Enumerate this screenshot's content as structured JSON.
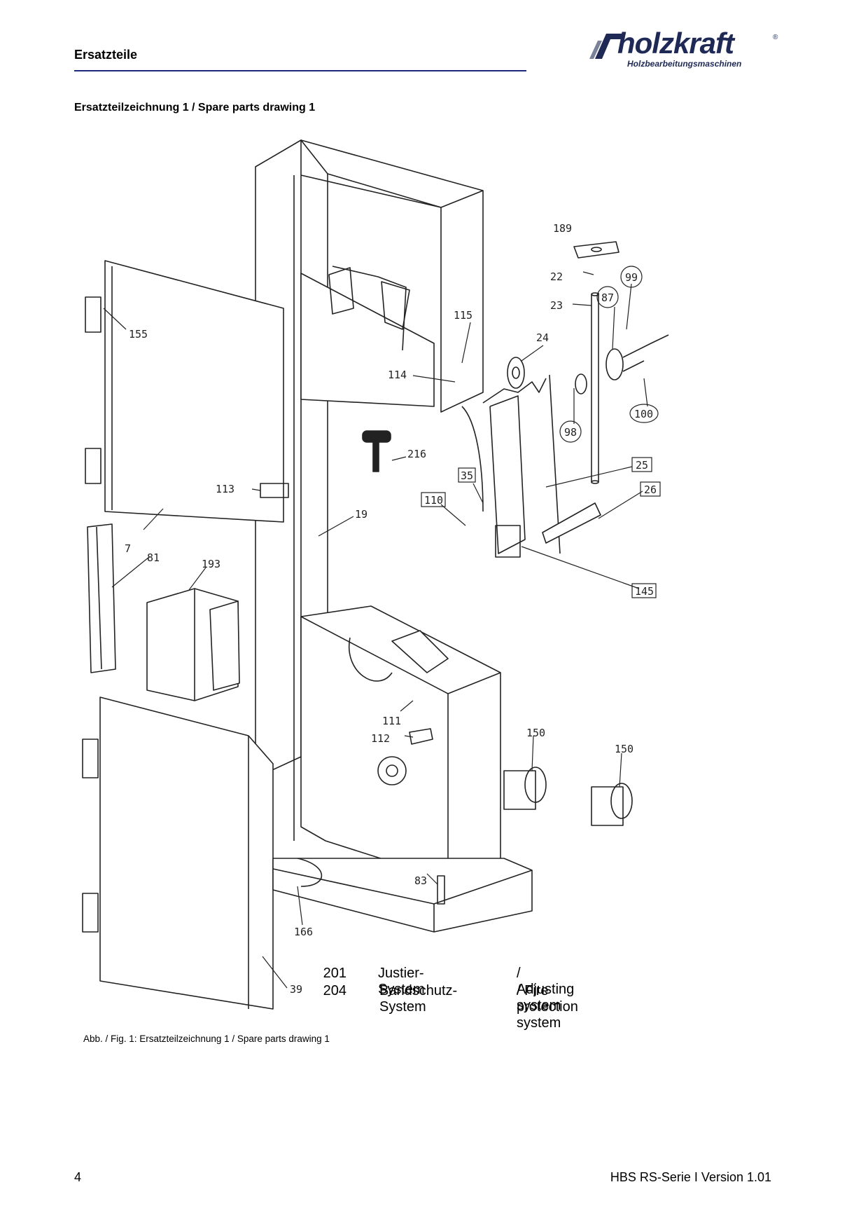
{
  "header": {
    "section_title": "Ersatzteile",
    "logo_text": "holzkraft",
    "logo_registered": "®",
    "logo_subtitle": "Holzbearbeitungsmaschinen"
  },
  "drawing": {
    "title": "Ersatzteilzeichnung 1 / Spare parts drawing 1",
    "callouts": [
      "189",
      "22",
      "99",
      "23",
      "87",
      "115",
      "24",
      "114",
      "100",
      "98",
      "216",
      "25",
      "113",
      "35",
      "26",
      "110",
      "19",
      "155",
      "7",
      "81",
      "193",
      "145",
      "111",
      "112",
      "150",
      "150",
      "83",
      "166",
      "39"
    ]
  },
  "legend": [
    {
      "number": "201",
      "de": "Justier-System",
      "en": "/ Adjusting system"
    },
    {
      "number": "204",
      "de": "Bandschutz-System",
      "en": "/ Fire protection system"
    }
  ],
  "caption": "Abb. / Fig. 1: Ersatzteilzeichnung 1 / Spare parts drawing 1",
  "footer": {
    "page_number": "4",
    "version": "HBS RS-Serie I Version 1.01"
  }
}
